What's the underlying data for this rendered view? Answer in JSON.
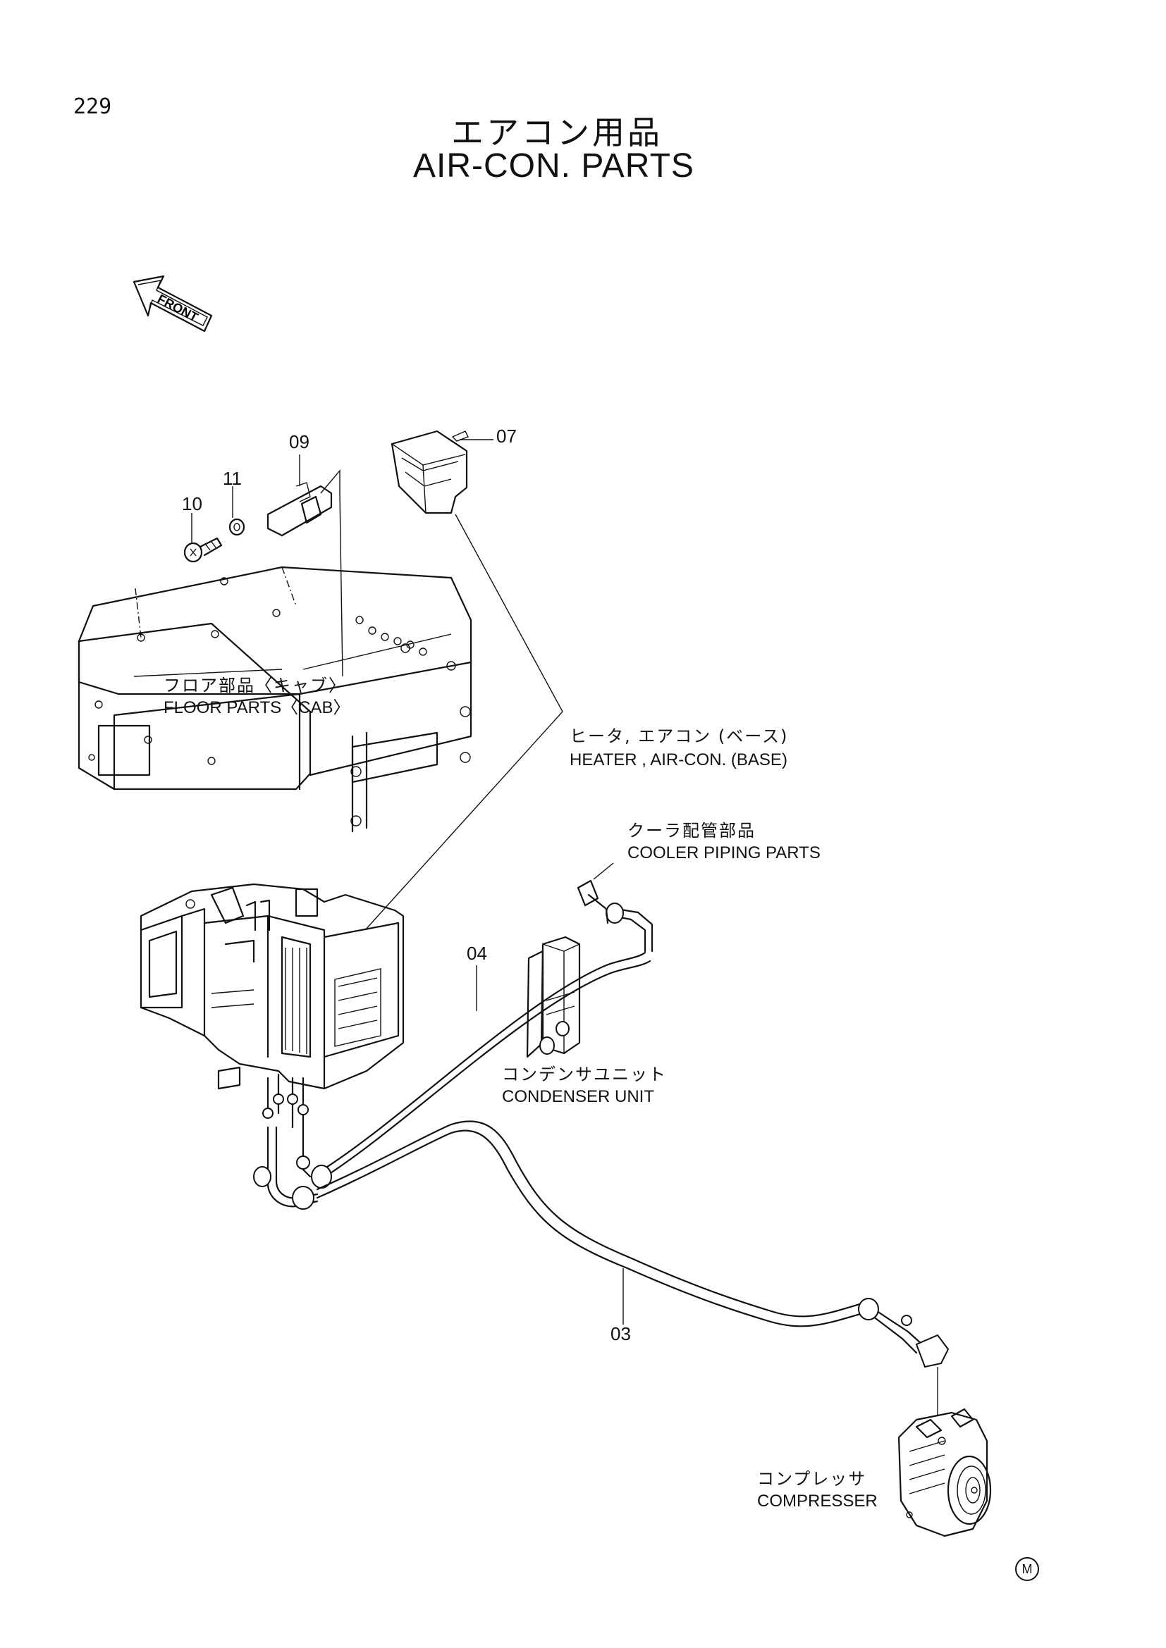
{
  "page_number": "229",
  "title_jp": "エアコン用品",
  "title_en": "AIR-CON. PARTS",
  "front_label": "FRONT",
  "callouts": {
    "c07": "07",
    "c09": "09",
    "c11": "11",
    "c10": "10",
    "c04": "04",
    "c03": "03"
  },
  "labels": {
    "floor_jp": "フロア部品〈キャブ〉",
    "floor_en": "FLOOR PARTS〈CAB〉",
    "heater_jp": "ヒータ, エアコン (ベース)",
    "heater_en": "HEATER , AIR-CON. (BASE)",
    "cooler_jp": "クーラ配管部品",
    "cooler_en": "COOLER PIPING PARTS",
    "condenser_jp": "コンデンサユニット",
    "condenser_en": "CONDENSER UNIT",
    "compressor_jp": "コンプレッサ",
    "compressor_en": "COMPRESSER"
  },
  "corner_mark": "M"
}
